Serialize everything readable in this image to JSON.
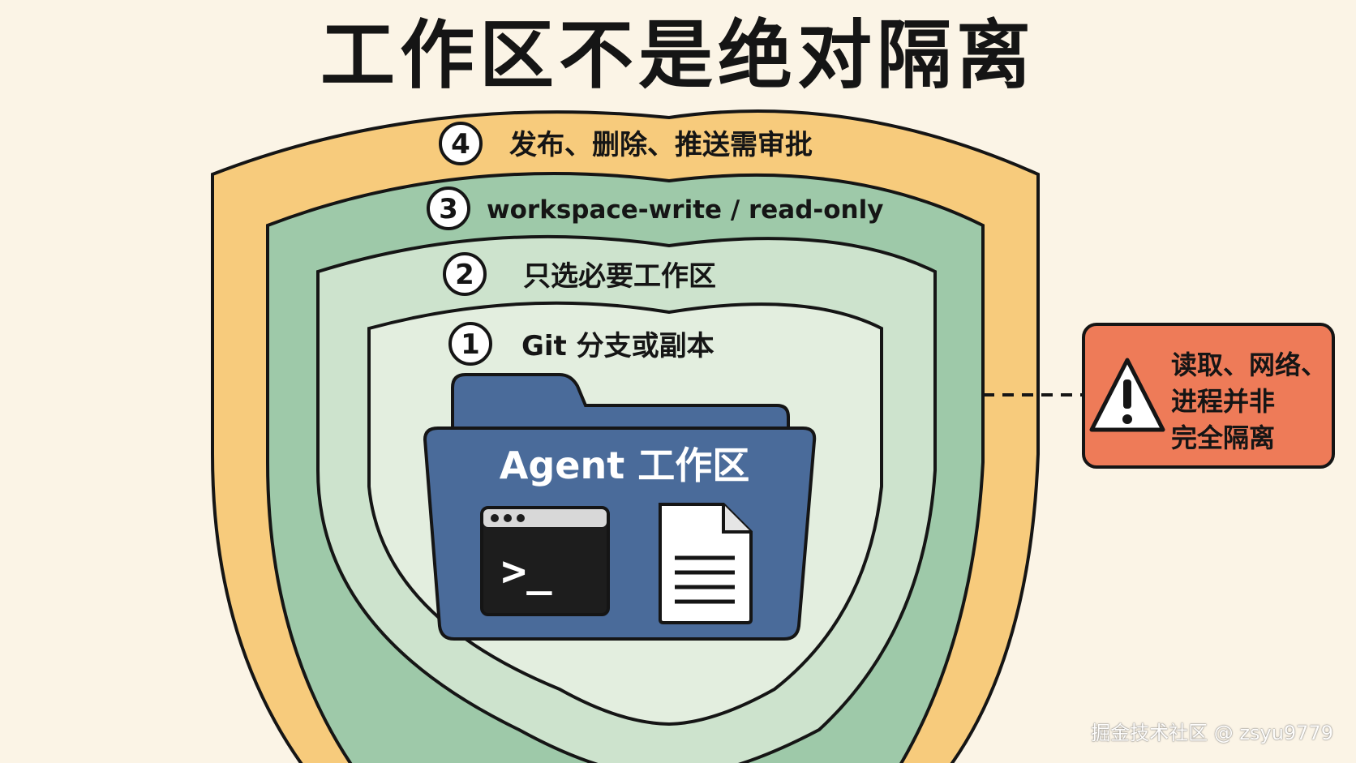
{
  "title": "工作区不是绝对隔离",
  "layers": [
    {
      "number": "4",
      "label": "发布、删除、推送需审批"
    },
    {
      "number": "3",
      "label": "workspace-write / read-only"
    },
    {
      "number": "2",
      "label": "只选必要工作区"
    },
    {
      "number": "1",
      "label": "Git 分支或副本"
    }
  ],
  "folder": {
    "label": "Agent 工作区",
    "terminal_prompt": ">_"
  },
  "warning": {
    "lines": [
      "读取、网络、",
      "进程并非",
      "完全隔离"
    ]
  },
  "watermark": "掘金技术社区 @ zsyu9779",
  "icons": [
    "folder-icon",
    "terminal-icon",
    "document-icon",
    "warning-icon"
  ],
  "colors": {
    "background": "#fbf4e6",
    "layer4": "#f7cb7c",
    "layer3": "#9ec9a9",
    "layer2": "#cde3cd",
    "layer1": "#e3eedf",
    "folder": "#4a6b9a",
    "warning": "#ee7b58"
  }
}
